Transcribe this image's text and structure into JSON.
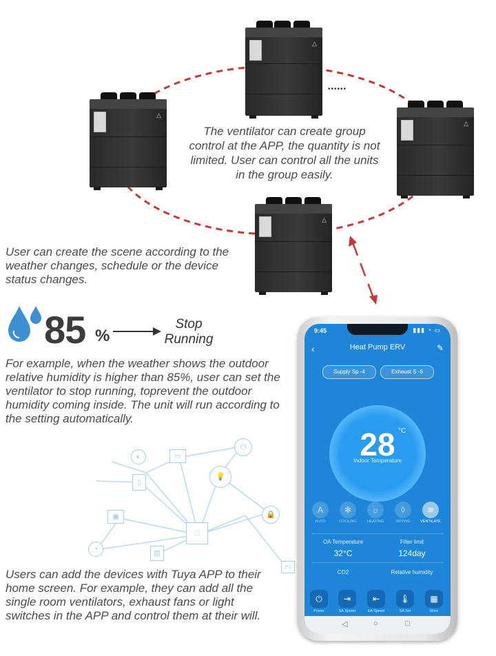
{
  "text_group": "The ventilator can create group control at the APP, the quantity is not limited. User can control all the units in the group easily.",
  "dots": "••••••",
  "text_scene": "User can create the scene according to the weather changes, schedule or the device status changes.",
  "humidity": {
    "value": "85",
    "unit": "%",
    "result_line1": "Stop",
    "result_line2": "Running",
    "icon": "water-drops-icon"
  },
  "text_example": "For example, when the weather shows the outdoor relative humidity is higher than 85%, user can set the ventilator to stop running, toprevent the outdoor humidity coming inside. The unit will run according to the setting automatically.",
  "text_tuya": "Users can add the devices with Tuya APP to their home screen. For example, they can add all the single room ventilators, exhaust fans or light switches in the APP and control them at their will.",
  "colors": {
    "dashed_ring": "#c23a3a",
    "arrow": "#c23a3a",
    "app_blue": "#1e86d8",
    "network": "#a9cde6"
  },
  "app": {
    "time": "9:45",
    "signal": "▮▮▮ ◔ ▭",
    "title": "Heat Pump ERV",
    "back": "‹",
    "edit": "✎",
    "supply": "Supply Sp -4",
    "exhaust": "Exhaust S -6",
    "temperature": "28",
    "temperature_unit": "°C",
    "temperature_label": "Indoor Temperature",
    "modes": [
      {
        "label": "AUTO",
        "glyph": "A"
      },
      {
        "label": "COOLING",
        "glyph": "✻"
      },
      {
        "label": "HEATING",
        "glyph": "☼"
      },
      {
        "label": "DRYING",
        "glyph": "◊"
      },
      {
        "label": "VENTILATE",
        "glyph": "≋"
      }
    ],
    "oa_label": "OA Temperature",
    "oa_value": "32°C",
    "filter_label": "Filter limit",
    "filter_value": "124day",
    "co2_label": "CO2",
    "rh_label": "Relative humidity",
    "controls": [
      {
        "label": "Power",
        "glyph": "⏻"
      },
      {
        "label": "SA Speed",
        "glyph": "⇥"
      },
      {
        "label": "EA Speed",
        "glyph": "⇤"
      },
      {
        "label": "SA Set",
        "glyph": "🌡"
      },
      {
        "label": "More",
        "glyph": "▦"
      }
    ],
    "nav_back": "◁",
    "nav_home": "○",
    "nav_recent": "□"
  }
}
